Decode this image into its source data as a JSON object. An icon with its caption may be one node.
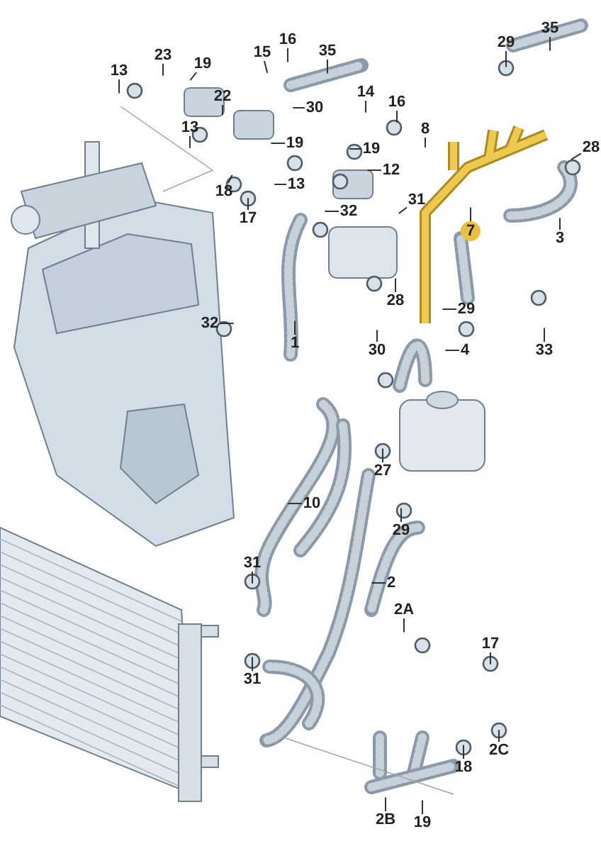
{
  "diagram": {
    "nodes": [
      {
        "text": [
          "35"
        ]
      },
      {
        "text": [
          "16"
        ]
      },
      {
        "text": [
          "29"
        ]
      },
      {
        "text": [
          "15"
        ]
      },
      {
        "text": [
          "35"
        ]
      },
      {
        "text": [
          "23"
        ]
      },
      {
        "text": [
          "19"
        ]
      },
      {
        "text": [
          "13"
        ]
      },
      {
        "text": [
          "22"
        ]
      },
      {
        "text": [
          "14"
        ]
      },
      {
        "text": [
          "16"
        ]
      },
      {
        "text": [
          "30"
        ]
      },
      {
        "text": [
          "13"
        ]
      },
      {
        "text": [
          "8"
        ]
      },
      {
        "text": [
          "19"
        ]
      },
      {
        "text": [
          "19"
        ]
      },
      {
        "text": [
          "28"
        ]
      },
      {
        "text": [
          "12"
        ]
      },
      {
        "text": [
          "13"
        ]
      },
      {
        "text": [
          "31"
        ]
      },
      {
        "text": [
          "18"
        ]
      },
      {
        "text": [
          "32"
        ]
      },
      {
        "text": [
          "17"
        ]
      },
      {
        "text": [
          "7"
        ]
      },
      {
        "text": [
          "3"
        ]
      },
      {
        "text": [
          "28"
        ]
      },
      {
        "text": [
          "29"
        ]
      },
      {
        "text": [
          "32"
        ]
      },
      {
        "text": [
          "1"
        ]
      },
      {
        "text": [
          "4"
        ]
      },
      {
        "text": [
          "30"
        ]
      },
      {
        "text": [
          "33"
        ]
      },
      {
        "text": [
          "27"
        ]
      },
      {
        "text": [
          "10"
        ]
      },
      {
        "text": [
          "29"
        ]
      },
      {
        "text": [
          "31"
        ]
      },
      {
        "text": [
          "2"
        ]
      },
      {
        "text": [
          "2A"
        ]
      },
      {
        "text": [
          "17"
        ]
      },
      {
        "text": [
          "31"
        ]
      },
      {
        "text": [
          "2C"
        ]
      },
      {
        "text": [
          "18"
        ]
      },
      {
        "text": [
          "2B"
        ]
      },
      {
        "text": [
          "19"
        ]
      }
    ],
    "edges": [
      {
        "from": 0,
        "to": null,
        "arrow": "none"
      },
      {
        "from": 1,
        "to": null,
        "arrow": "none"
      },
      {
        "from": 2,
        "to": null,
        "arrow": "none"
      },
      {
        "from": 3,
        "to": null,
        "arrow": "none"
      },
      {
        "from": 4,
        "to": null,
        "arrow": "none"
      },
      {
        "from": 5,
        "to": null,
        "arrow": "none"
      },
      {
        "from": 6,
        "to": null,
        "arrow": "none"
      },
      {
        "from": 7,
        "to": null,
        "arrow": "none"
      },
      {
        "from": 8,
        "to": null,
        "arrow": "none"
      },
      {
        "from": 9,
        "to": null,
        "arrow": "none"
      },
      {
        "from": 10,
        "to": null,
        "arrow": "none"
      },
      {
        "from": 11,
        "to": null,
        "arrow": "none"
      },
      {
        "from": 12,
        "to": null,
        "arrow": "none"
      },
      {
        "from": 13,
        "to": null,
        "arrow": "none"
      },
      {
        "from": 14,
        "to": null,
        "arrow": "none"
      },
      {
        "from": 15,
        "to": null,
        "arrow": "none"
      },
      {
        "from": 16,
        "to": null,
        "arrow": "none"
      },
      {
        "from": 17,
        "to": null,
        "arrow": "none"
      },
      {
        "from": 18,
        "to": null,
        "arrow": "none"
      },
      {
        "from": 19,
        "to": null,
        "arrow": "none"
      },
      {
        "from": 20,
        "to": null,
        "arrow": "none"
      },
      {
        "from": 21,
        "to": null,
        "arrow": "none"
      },
      {
        "from": 22,
        "to": null,
        "arrow": "none"
      },
      {
        "from": 23,
        "to": null,
        "arrow": "none"
      },
      {
        "from": 24,
        "to": null,
        "arrow": "none"
      },
      {
        "from": 25,
        "to": null,
        "arrow": "none"
      },
      {
        "from": 26,
        "to": null,
        "arrow": "none"
      },
      {
        "from": 27,
        "to": null,
        "arrow": "none"
      },
      {
        "from": 28,
        "to": null,
        "arrow": "none"
      },
      {
        "from": 29,
        "to": null,
        "arrow": "none"
      },
      {
        "from": 30,
        "to": null,
        "arrow": "none"
      },
      {
        "from": 31,
        "to": null,
        "arrow": "none"
      },
      {
        "from": 32,
        "to": null,
        "arrow": "none"
      },
      {
        "from": 33,
        "to": null,
        "arrow": "none"
      },
      {
        "from": 34,
        "to": null,
        "arrow": "none"
      },
      {
        "from": 35,
        "to": null,
        "arrow": "none"
      },
      {
        "from": 36,
        "to": null,
        "arrow": "none"
      },
      {
        "from": 37,
        "to": null,
        "arrow": "none"
      },
      {
        "from": 38,
        "to": null,
        "arrow": "none"
      },
      {
        "from": 39,
        "to": null,
        "arrow": "none"
      },
      {
        "from": 40,
        "to": null,
        "arrow": "none"
      },
      {
        "from": 41,
        "to": null,
        "arrow": "none"
      },
      {
        "from": 42,
        "to": null,
        "arrow": "none"
      },
      {
        "from": 43,
        "to": null,
        "arrow": "none"
      }
    ]
  }
}
